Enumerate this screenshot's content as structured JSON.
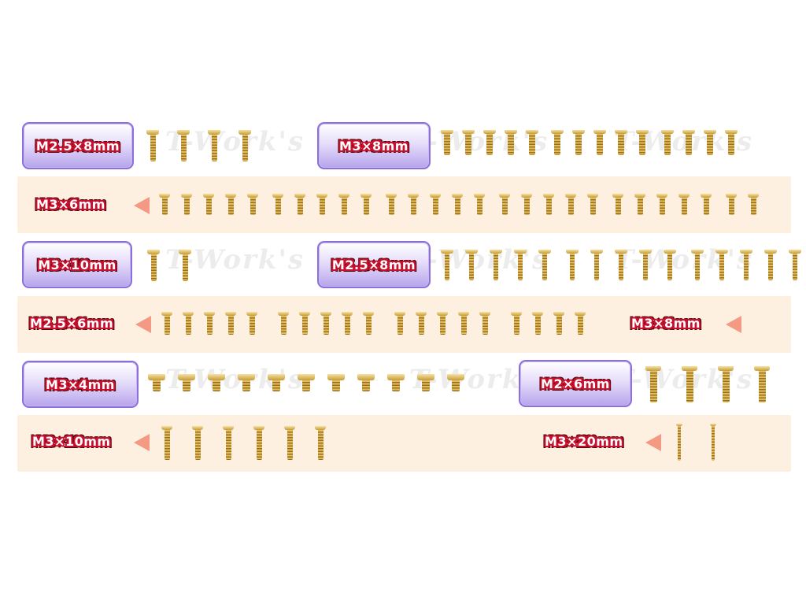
{
  "watermark_text": "T-Work's",
  "rows": [
    {
      "id": "row1",
      "items": [
        {
          "label": "M2.5×8mm"
        },
        {
          "label": "M3×8mm"
        }
      ]
    },
    {
      "id": "row2",
      "items": [
        {
          "label": "M3×6mm"
        }
      ]
    },
    {
      "id": "row3",
      "items": [
        {
          "label": "M3×10mm"
        },
        {
          "label": "M2.5×8mm"
        }
      ]
    },
    {
      "id": "row4",
      "items": [
        {
          "label": "M2.5×6mm"
        },
        {
          "label": "M3×8mm"
        }
      ]
    },
    {
      "id": "row5",
      "items": [
        {
          "label": "M3×4mm"
        },
        {
          "label": "M2×6mm"
        }
      ]
    },
    {
      "id": "row6",
      "items": [
        {
          "label": "M3×10mm"
        },
        {
          "label": "M3×20mm"
        }
      ]
    }
  ],
  "colors": {
    "band": "#fdf0e1",
    "tag_border": "#8c6fd8",
    "arrow": "#f49a84",
    "label_outline": "#c8102e",
    "screw_gold": "#d9b04f"
  }
}
